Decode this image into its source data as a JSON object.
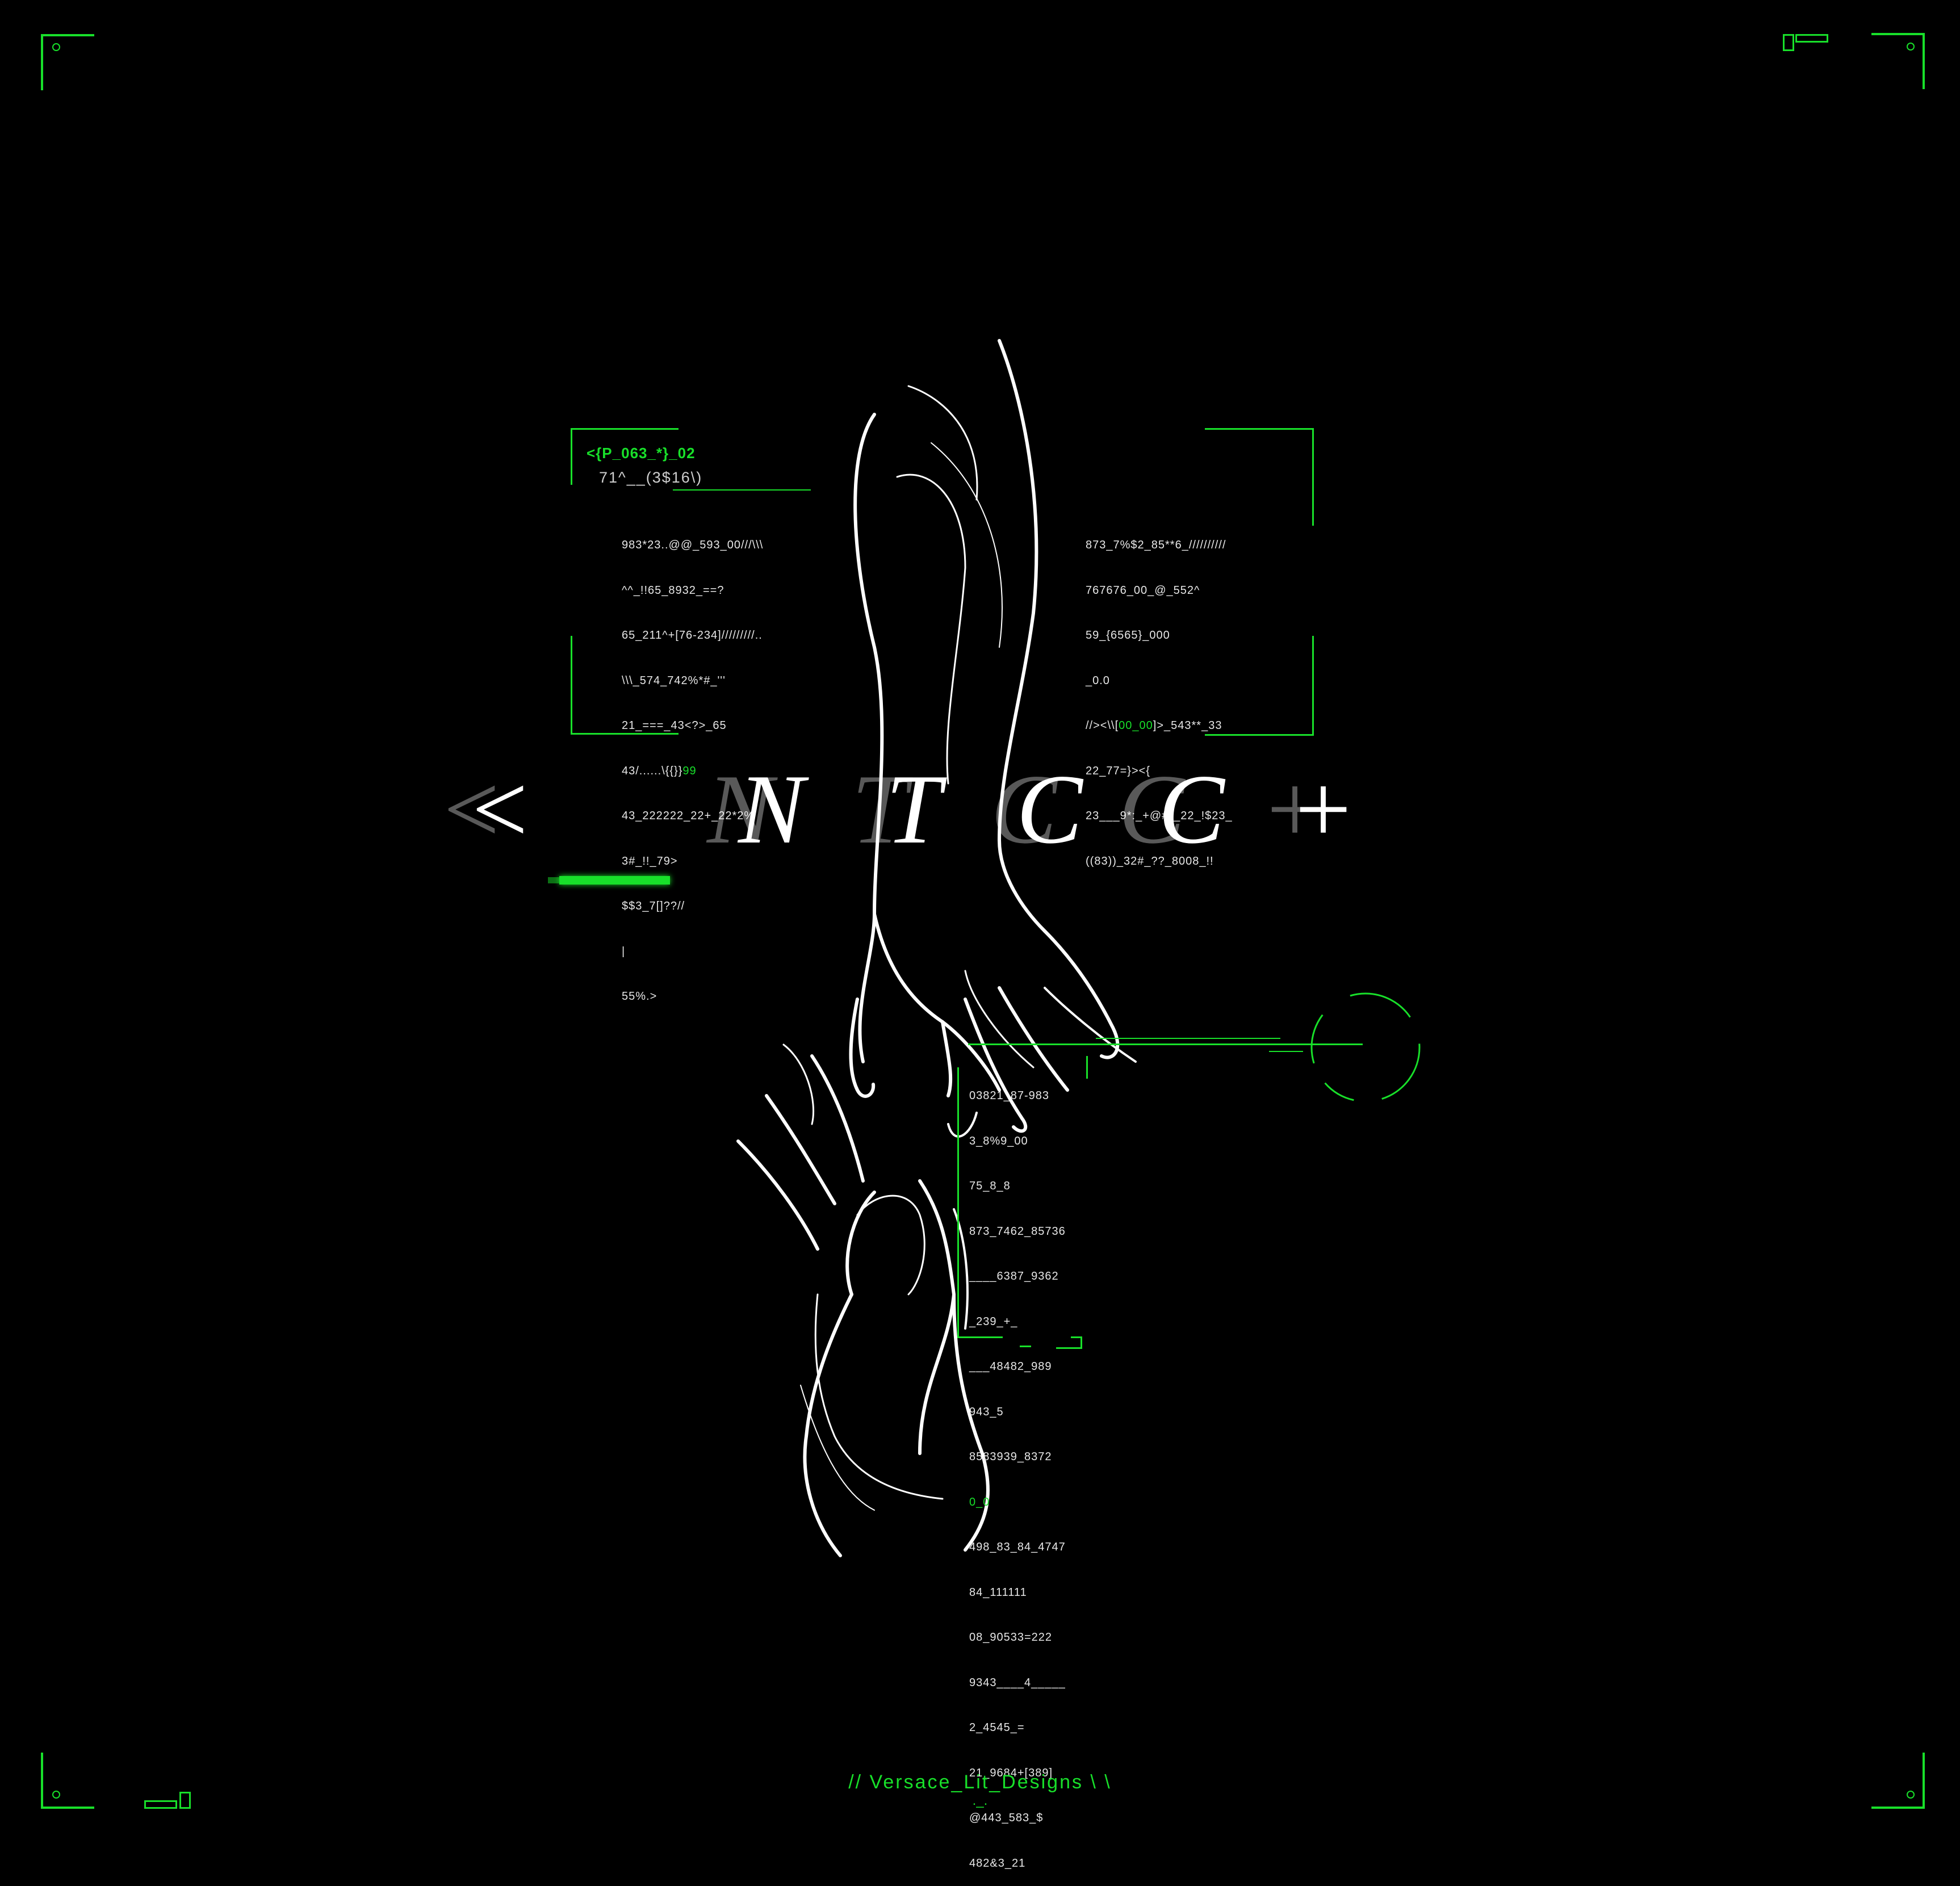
{
  "colors": {
    "accent": "#18e02a",
    "background": "#000000",
    "ink": "#ffffff"
  },
  "title": {
    "chars": [
      "<",
      "_",
      "N",
      "T",
      "C",
      "C",
      "+"
    ]
  },
  "panel_left": {
    "header": "<{P_063_*}_02",
    "subheader": "71^__(3$16\\)",
    "lines": [
      "983*23..@@_593_00///\\\\\\",
      "^^_!!65_8932_==?",
      "65_211^+[76-234]/////////..",
      "\\\\\\_574_742%*#_'''",
      "21_===_43<?>_65",
      "43/......\\{{}}",
      "43_222222_22+_22*2%",
      "3#_!!_79>",
      "$$3_7[]??//",
      "|",
      "55%.>"
    ],
    "line6_green": "99"
  },
  "panel_right": {
    "lines_before": [
      "873_7%$2_85**6_//////////",
      "767676_00_@_552^",
      "59_{6565}_000",
      "_0.0"
    ],
    "line5_a": "//><\\\\[",
    "line5_green": "00_00",
    "line5_b": "]>_543**_33",
    "lines_after": [
      "22_77=}><{",
      "23___9*:_+@#*_22_!$23_",
      "((83))_32#_??_8008_!!"
    ]
  },
  "panel_bottom": {
    "lines_before": [
      "03821_87-983",
      "3_8%9_00",
      "75_8_8",
      "873_7462_85736",
      "____6387_9362",
      "_239_+_",
      "___48482_989",
      "943_5",
      "8583939_8372"
    ],
    "green_line": "0_0",
    "lines_after": [
      "498_83_84_4747",
      "84_111111",
      "08_90533=222",
      "9343____4_____",
      "2_4545_=",
      "21_9684+[389]",
      "@443_583_$",
      "482&3_21"
    ]
  },
  "footer": {
    "signature": "// Versace_Lit_Designs \\ \\",
    "mark": "._."
  }
}
